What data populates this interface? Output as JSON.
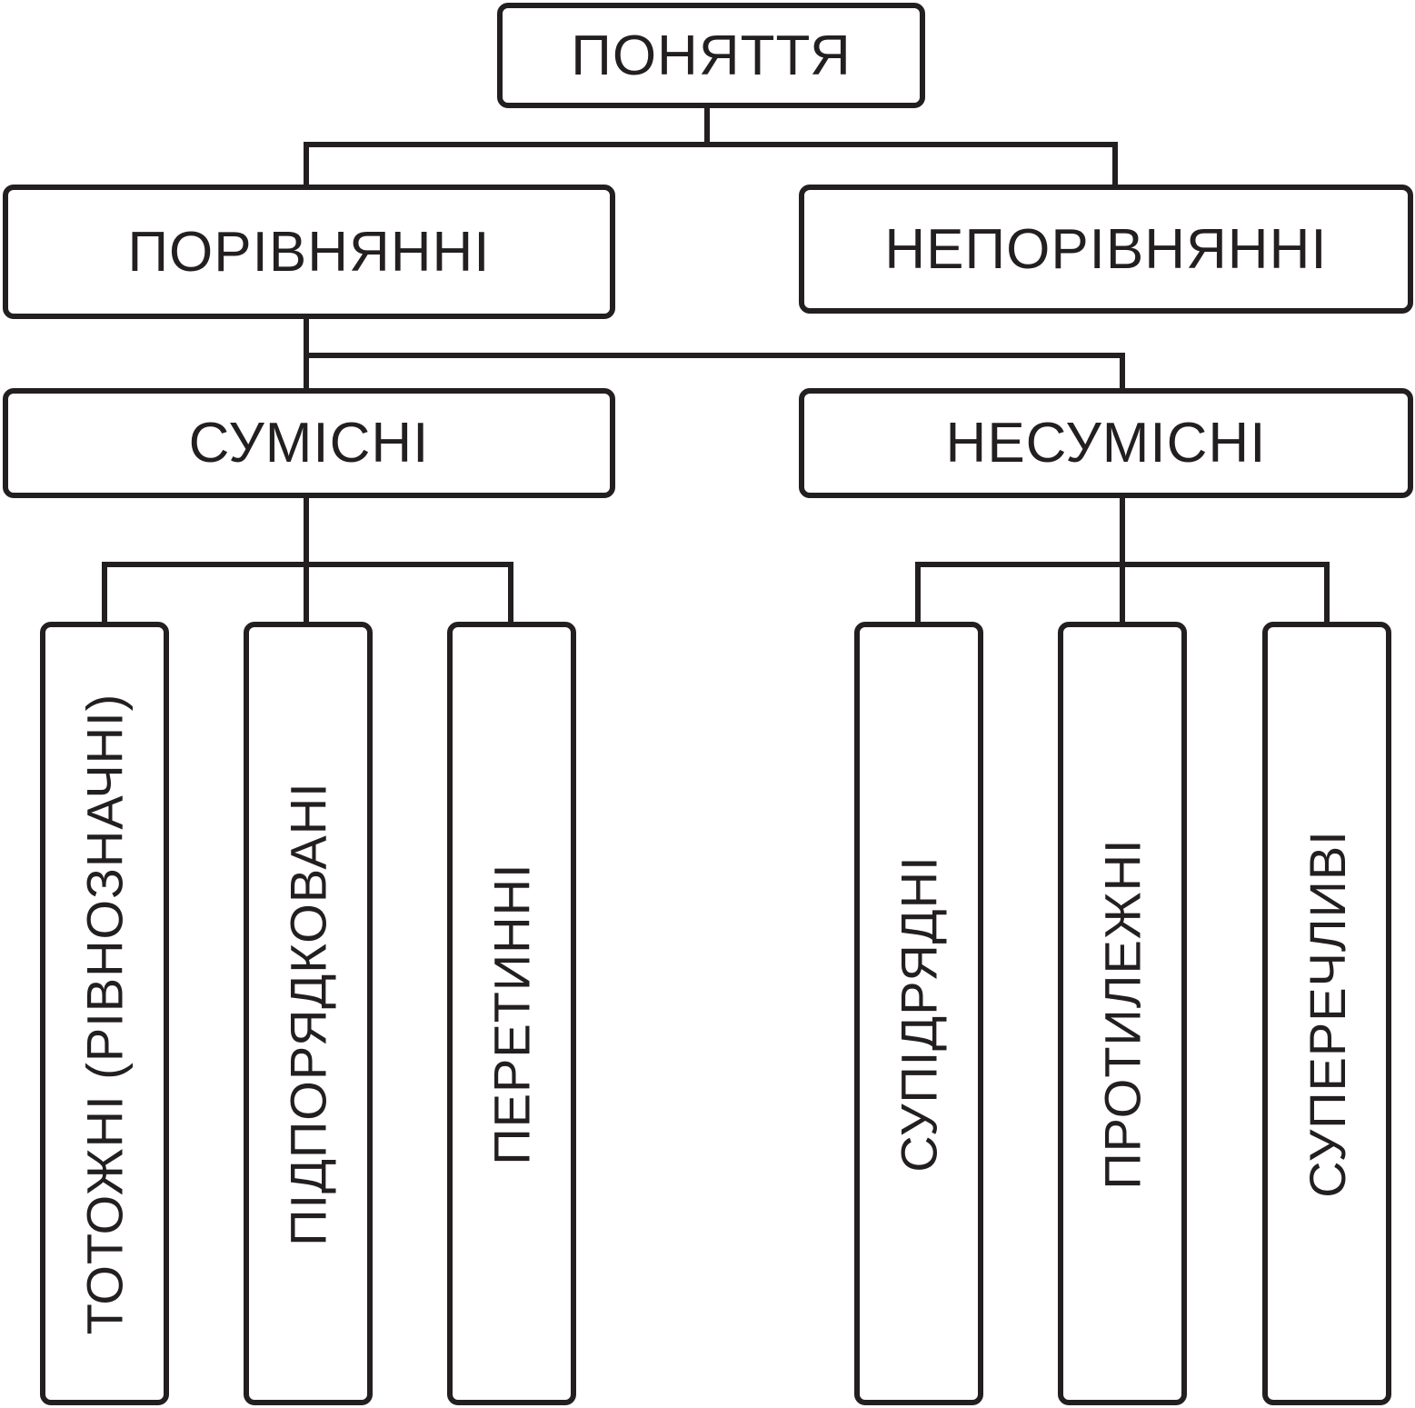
{
  "diagram": {
    "root": {
      "label": "ПОНЯТТЯ"
    },
    "level1": [
      {
        "label": "ПОРІВНЯННІ"
      },
      {
        "label": "НЕПОРІВНЯННІ"
      }
    ],
    "level2": [
      {
        "label": "СУМІСНІ"
      },
      {
        "label": "НЕСУМІСНІ"
      }
    ],
    "compatible_children": [
      {
        "label": "ТОТОЖНІ (РІВНОЗНАЧНІ)"
      },
      {
        "label": "ПІДПОРЯДКОВАНІ"
      },
      {
        "label": "ПЕРЕТИННІ"
      }
    ],
    "incompatible_children": [
      {
        "label": "СУПІДРЯДНІ"
      },
      {
        "label": "ПРОТИЛЕЖНІ"
      },
      {
        "label": "СУПЕРЕЧЛИВІ"
      }
    ],
    "line_color": "#231f20"
  }
}
